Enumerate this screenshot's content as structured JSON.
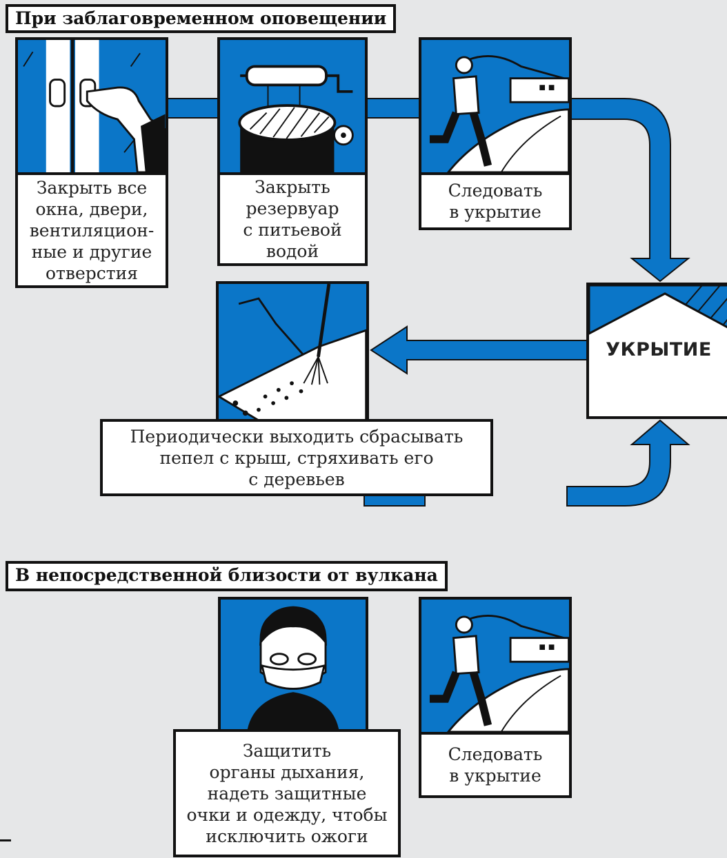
{
  "sections": {
    "advance": "При заблаговременном оповещении",
    "near": "В непосредственной близости от вулкана"
  },
  "steps": {
    "close_windows": "Закрыть все\nокна, двери,\nвентиляцион-\nные и другие\nотверстия",
    "close_reservoir": "Закрыть\nрезервуар\nс питьевой\nводой",
    "go_shelter_1": "Следовать\nв укрытие",
    "clear_ash": "Периодически выходить сбрасывать\nпепел с крыш, стряхивать его\nс деревьев",
    "protect": "Защитить\nорганы дыхания,\nнадеть защитные\nочки и одежду, чтобы\nисключить ожоги",
    "go_shelter_2": "Следовать\nв укрытие"
  },
  "shelter": "УКРЫТИЕ",
  "colors": {
    "accent": "#0b76c8",
    "background": "#e6e7e8",
    "outline": "#111111"
  },
  "icons": [
    "window-handle-icon",
    "water-tank-icon",
    "running-person-icon",
    "ash-roof-sweep-icon",
    "person-mask-icon",
    "shelter-house-icon"
  ]
}
